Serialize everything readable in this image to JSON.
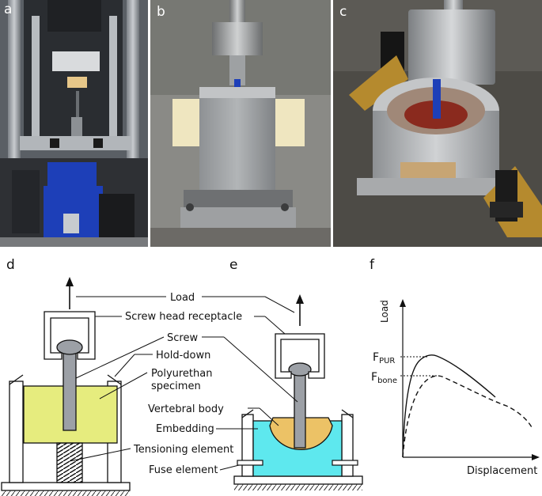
{
  "photos": [
    {
      "label": "a"
    },
    {
      "label": "b"
    },
    {
      "label": "c"
    }
  ],
  "schematic_d": {
    "label": "d",
    "annotations": {
      "load": "Load",
      "screw_head_receptacle": "Screw head receptacle",
      "screw": "Screw",
      "hold_down": "Hold-down",
      "polyurethan_line1": "Polyurethan",
      "polyurethan_line2": "specimen",
      "tensioning_element": "Tensioning element"
    }
  },
  "schematic_e": {
    "label": "e",
    "annotations": {
      "vertebral_body": "Vertebral body",
      "embedding": "Embedding",
      "fuse_element": "Fuse element"
    }
  },
  "plot_f": {
    "label": "f",
    "ylabel": "Load",
    "xlabel": "Displacement",
    "f_pur_main": "F",
    "f_pur_sub": "PUR",
    "f_bone_main": "F",
    "f_bone_sub": "bone"
  },
  "colors": {
    "polyurethane": "#e6ec7e",
    "embedding": "#5ee8ee",
    "vertebral_body": "#ecc266",
    "screw": "#9ca0a6",
    "rig_blue": "#1d3fb8"
  }
}
